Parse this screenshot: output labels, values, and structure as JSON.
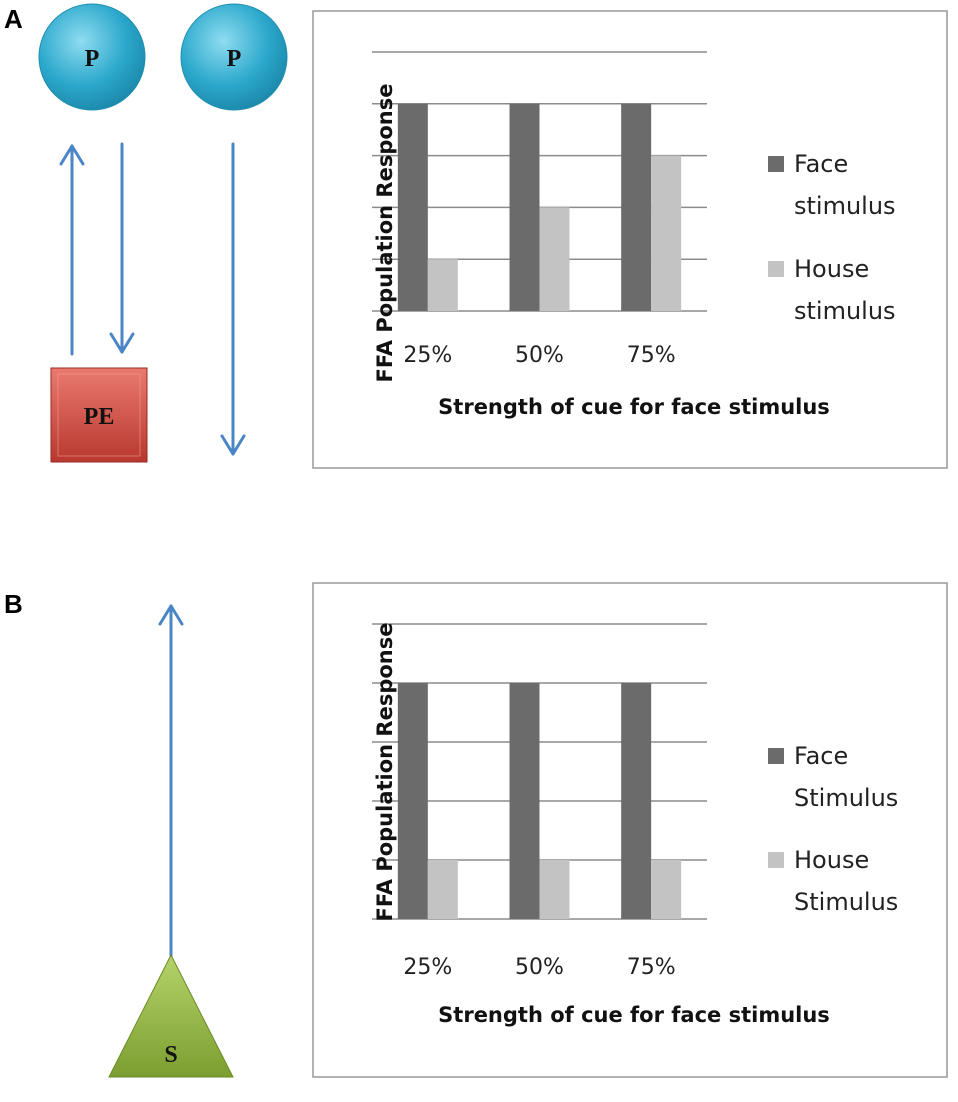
{
  "panels": [
    {
      "letter": "A",
      "nodes": {
        "top_left": "P",
        "top_right": "P",
        "error_box": "PE"
      }
    },
    {
      "letter": "B",
      "nodes": {
        "source": "S"
      }
    }
  ],
  "colors": {
    "arrow": "#4a86c5",
    "node_circle": "#2ba8cc",
    "node_box": "#cc4a40",
    "node_triangle": "#8ab03a",
    "face_bar": "#6b6b6b",
    "house_bar": "#c3c3c3",
    "gridline": "#8c8c8c",
    "frame": "#999999"
  },
  "chart_data": [
    {
      "type": "bar",
      "categories": [
        "25%",
        "50%",
        "75%"
      ],
      "series": [
        {
          "name": "Face\nstimulus",
          "lines": [
            "Face",
            "stimulus"
          ],
          "values": [
            4,
            4,
            4
          ]
        },
        {
          "name": "House\nstimulus",
          "lines": [
            "House",
            "stimulus"
          ],
          "values": [
            1,
            2,
            3
          ]
        }
      ],
      "ylim": [
        0,
        5
      ],
      "grid": true,
      "xlabel": "Strength of cue for face stimulus",
      "ylabel": "FFA Population Response",
      "legend": "right"
    },
    {
      "type": "bar",
      "categories": [
        "25%",
        "50%",
        "75%"
      ],
      "series": [
        {
          "name": "Face\nStimulus",
          "lines": [
            "Face",
            "Stimulus"
          ],
          "values": [
            4,
            4,
            4
          ]
        },
        {
          "name": "House\nStimulus",
          "lines": [
            "House",
            "Stimulus"
          ],
          "values": [
            1,
            1,
            1
          ]
        }
      ],
      "ylim": [
        0,
        5
      ],
      "grid": true,
      "xlabel": "Strength of cue for face stimulus",
      "ylabel": "FFA Population Response",
      "legend": "right"
    }
  ]
}
